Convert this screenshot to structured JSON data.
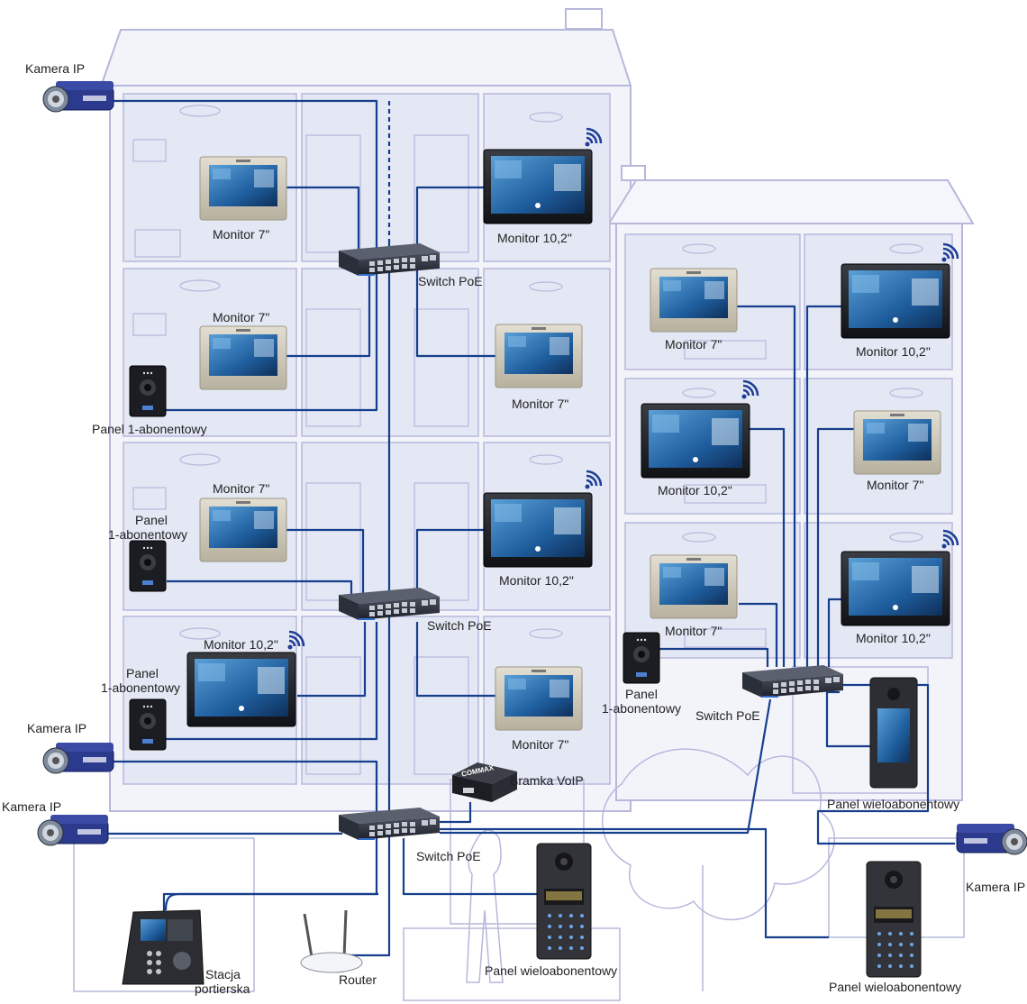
{
  "colors": {
    "building_line": "#b6b8dc",
    "building_fill": "#e9ecf6",
    "room_fill": "#dfe5f3",
    "cable": "#173e8c",
    "monitor_frame": "#c9c4b4",
    "screen": "#1f5e9e",
    "switch_body": "#2a2f3a",
    "camera_body": "#2c3a8e",
    "wifi": "#1f3d96",
    "label_text": "#222222"
  },
  "labels": {
    "kamera_ip_top": "Kamera IP",
    "kamera_ip_mid": "Kamera IP",
    "kamera_ip_low": "Kamera IP",
    "kamera_ip_right": "Kamera IP",
    "m7_a": "Monitor 7\"",
    "m10_a": "Monitor 10,2\"",
    "switch_1": "Switch PoE",
    "m7_b": "Monitor 7\"",
    "m7_c": "Monitor 7\"",
    "panel_1": "Panel 1-abonentowy",
    "m7_d": "Monitor 7\"",
    "panel_2a": "Panel",
    "panel_2b": "1-abonentowy",
    "m10_b": "Monitor 10,2\"",
    "switch_2": "Switch PoE",
    "m10_c": "Monitor 10,2\"",
    "panel_3a": "Panel",
    "panel_3b": "1-abonentowy",
    "m7_e": "Monitor 7\"",
    "bramka": "Bramka VoIP",
    "switch_3": "Switch PoE",
    "stacja_a": "Stacja",
    "stacja_b": "portierska",
    "router": "Router",
    "panel_multi_1": "Panel wieloabonentowy",
    "r_m7_a": "Monitor 7\"",
    "r_m10_a": "Monitor 10,2\"",
    "r_m10_b": "Monitor 10,2\"",
    "r_m7_b": "Monitor 7\"",
    "r_m7_c": "Monitor 7\"",
    "r_m10_c": "Monitor 10,2\"",
    "r_panel_a": "Panel",
    "r_panel_b": "1-abonentowy",
    "switch_4": "Switch PoE",
    "panel_multi_2": "Panel wieloabonentowy",
    "panel_multi_3": "Panel wieloabonentowy"
  },
  "brand": {
    "logo": "COMMAX"
  }
}
